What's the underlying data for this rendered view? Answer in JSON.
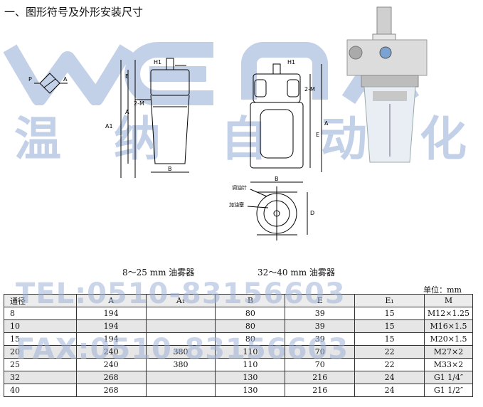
{
  "title": "一、图形符号及外形安装尺寸",
  "symbol": {
    "p": "P",
    "a": "A"
  },
  "drawing1": {
    "h1": "H1",
    "e": "E",
    "m": "2-M",
    "a": "A",
    "a1": "A1",
    "b": "B"
  },
  "drawing2": {
    "h1": "H1",
    "m": "2-M",
    "e": "E",
    "a": "A",
    "b": "B",
    "d": "D",
    "label1": "调油针",
    "label2": "加油塞"
  },
  "watermark": {
    "chars": [
      "温",
      "纳",
      "自",
      "动",
      "化"
    ],
    "tel": "TEL:0510-83156603",
    "fax": "FAX:0510-83156603"
  },
  "captions": {
    "left": "8～25 mm 油雾器",
    "right": "32～40 mm 油雾器"
  },
  "unit": "单位：mm",
  "table": {
    "headers": [
      "通径",
      "A",
      "A₁",
      "B",
      "E",
      "E₁",
      "M"
    ],
    "rows": [
      [
        "8",
        "194",
        "",
        "80",
        "39",
        "15",
        "M12×1.25"
      ],
      [
        "10",
        "194",
        "",
        "80",
        "39",
        "15",
        "M16×1.5"
      ],
      [
        "15",
        "194",
        "",
        "80",
        "39",
        "15",
        "M20×1.5"
      ],
      [
        "20",
        "240",
        "380",
        "110",
        "70",
        "22",
        "M27×2"
      ],
      [
        "25",
        "240",
        "380",
        "110",
        "70",
        "22",
        "M33×2"
      ],
      [
        "32",
        "268",
        "",
        "130",
        "216",
        "24",
        "G1 1/4″"
      ],
      [
        "40",
        "268",
        "",
        "130",
        "216",
        "24",
        "G1 1/2″"
      ]
    ]
  }
}
